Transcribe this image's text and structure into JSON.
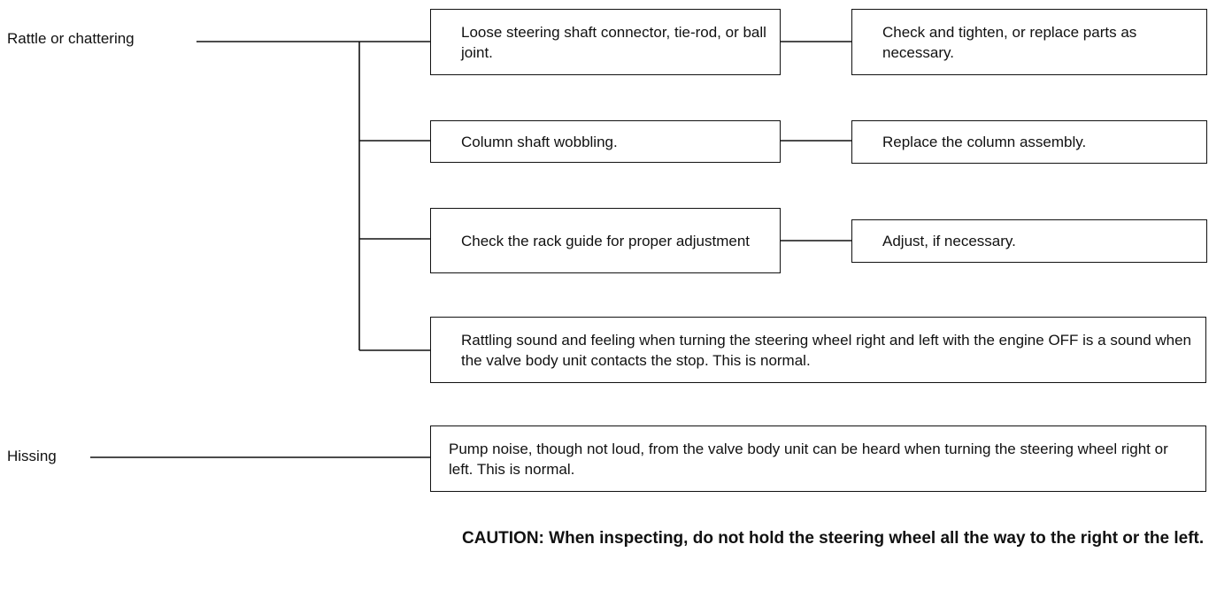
{
  "symptoms": {
    "rattle": "Rattle or chattering",
    "hissing": "Hissing"
  },
  "causes": {
    "loose_connector": "Loose steering shaft connector, tie-rod, or ball joint.",
    "column_wobbling": "Column shaft wobbling.",
    "rack_guide": "Check the rack guide for proper adjustment",
    "rattling_normal": "Rattling sound and feeling when turning the steering wheel right and left with the engine OFF is a sound when the valve body unit contacts the stop. This is normal.",
    "pump_noise": "Pump noise, though not loud, from the valve body unit can be heard when turning the steering wheel right or left. This is normal."
  },
  "remedies": {
    "tighten_replace": "Check and tighten, or replace parts as necessary.",
    "replace_column": "Replace the column assembly.",
    "adjust": "Adjust, if necessary."
  },
  "caution": "CAUTION: When inspecting, do not hold the steering wheel all the way to the right or the left."
}
